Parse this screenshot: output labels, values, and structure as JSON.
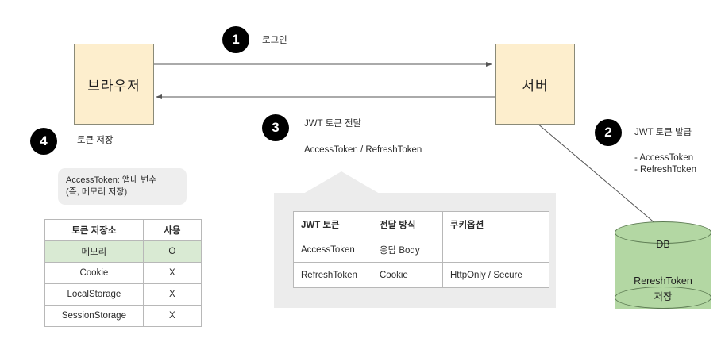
{
  "nodes": {
    "browser": "브라우저",
    "server": "서버"
  },
  "steps": [
    {
      "number": "1",
      "label": "로그인"
    },
    {
      "number": "2",
      "label": "JWT 토큰 발급",
      "details": "- AccessToken\n- RefreshToken"
    },
    {
      "number": "3",
      "label": "JWT 토큰 전달",
      "details": "AccessToken / RefreshToken"
    },
    {
      "number": "4",
      "label": "토큰 저장"
    }
  ],
  "access_note": "AccessToken: 앱내 변수\n(즉, 메모리 저장)",
  "storage_table": {
    "headers": [
      "토큰 저장소",
      "사용"
    ],
    "rows": [
      {
        "name": "메모리",
        "use": "O",
        "highlight": true
      },
      {
        "name": "Cookie",
        "use": "X",
        "highlight": false
      },
      {
        "name": "LocalStorage",
        "use": "X",
        "highlight": false
      },
      {
        "name": "SessionStorage",
        "use": "X",
        "highlight": false
      }
    ]
  },
  "jwt_table": {
    "headers": [
      "JWT 토큰",
      "전달 방식",
      "쿠키옵션"
    ],
    "rows": [
      [
        "AccessToken",
        "응답 Body",
        ""
      ],
      [
        "RefreshToken",
        "Cookie",
        "HttpOnly / Secure"
      ]
    ]
  },
  "database": {
    "title": "DB",
    "line1": "RereshToken",
    "line2": "저장"
  },
  "colors": {
    "node_fill": "#fdeecd",
    "node_stroke": "#8a8a78",
    "badge_fill": "#000000",
    "callout_fill": "#ececec",
    "note_fill": "#eeeeee",
    "db_fill": "#b3d7a3",
    "db_stroke": "#5c7a52",
    "row_highlight": "#d9ead3",
    "arrow_stroke": "#555555"
  }
}
